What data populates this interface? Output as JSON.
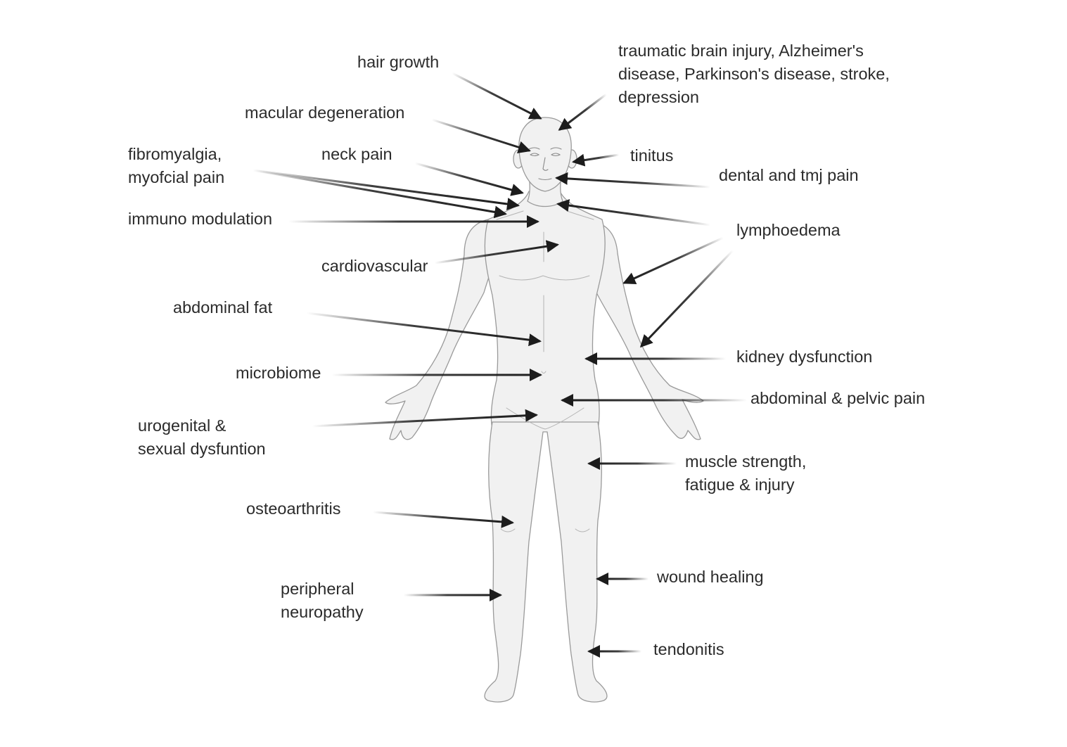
{
  "labels": [
    {
      "id": "hair-growth",
      "lines": [
        "hair growth"
      ]
    },
    {
      "id": "brain-disorders",
      "lines": [
        "traumatic brain injury, Alzheimer's",
        "disease, Parkinson's disease, stroke,",
        "depression"
      ]
    },
    {
      "id": "macular-degeneration",
      "lines": [
        "macular degeneration"
      ]
    },
    {
      "id": "fibromyalgia",
      "lines": [
        "fibromyalgia,",
        "myofcial pain"
      ]
    },
    {
      "id": "neck-pain",
      "lines": [
        "neck pain"
      ]
    },
    {
      "id": "tinitus",
      "lines": [
        "tinitus"
      ]
    },
    {
      "id": "dental-tmj-pain",
      "lines": [
        "dental and tmj pain"
      ]
    },
    {
      "id": "immuno-modulation",
      "lines": [
        "immuno modulation"
      ]
    },
    {
      "id": "lymphoedema",
      "lines": [
        "lymphoedema"
      ]
    },
    {
      "id": "cardiovascular",
      "lines": [
        "cardiovascular"
      ]
    },
    {
      "id": "abdominal-fat",
      "lines": [
        "abdominal fat"
      ]
    },
    {
      "id": "kidney-dysfunction",
      "lines": [
        "kidney dysfunction"
      ]
    },
    {
      "id": "microbiome",
      "lines": [
        "microbiome"
      ]
    },
    {
      "id": "abdominal-pelvic-pain",
      "lines": [
        "abdominal & pelvic pain"
      ]
    },
    {
      "id": "urogenital-sexual-dysfunction",
      "lines": [
        "urogenital &",
        "sexual dysfuntion"
      ]
    },
    {
      "id": "muscle-strength",
      "lines": [
        "muscle strength,",
        "fatigue & injury"
      ]
    },
    {
      "id": "osteoarthritis",
      "lines": [
        "osteoarthritis"
      ]
    },
    {
      "id": "wound-healing",
      "lines": [
        "wound healing"
      ]
    },
    {
      "id": "peripheral-neuropathy",
      "lines": [
        "peripheral",
        "neuropathy"
      ]
    },
    {
      "id": "tendonitis",
      "lines": [
        "tendonitis"
      ]
    }
  ],
  "colors": {
    "arrow": "#1c1c1c",
    "label_text": "#2b2b2b",
    "body_fill": "#f1f1f1",
    "body_outline": "#9a9a9a"
  }
}
